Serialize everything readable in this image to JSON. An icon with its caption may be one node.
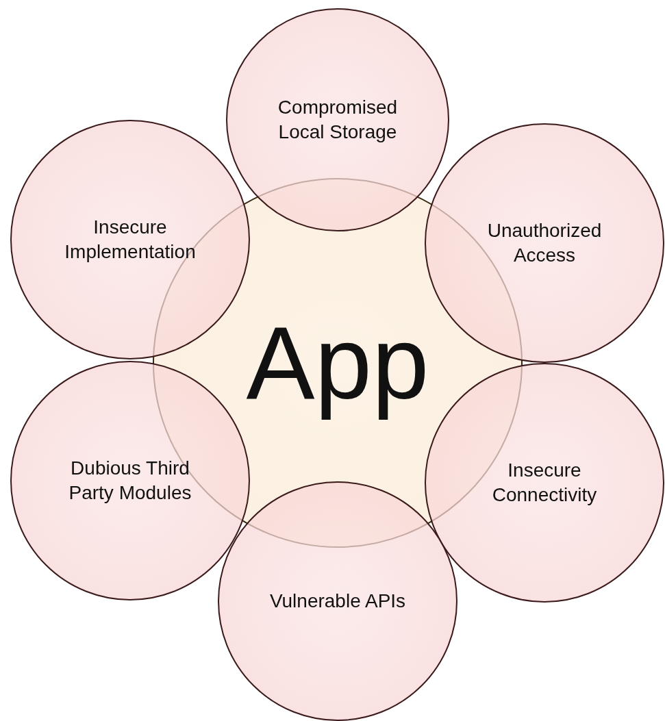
{
  "diagram": {
    "nodes": [
      {
        "text": [
          "Compromised Local Storage"
        ]
      },
      {
        "text": [
          "Insecure Implementation"
        ]
      },
      {
        "text": [
          "Unauthorized Access"
        ]
      },
      {
        "text": [
          "App"
        ]
      },
      {
        "text": [
          "Dubious Third Party Modules"
        ]
      },
      {
        "text": [
          "Insecure Connectivity"
        ]
      },
      {
        "text": [
          "Vulnerable APIs"
        ]
      }
    ]
  }
}
